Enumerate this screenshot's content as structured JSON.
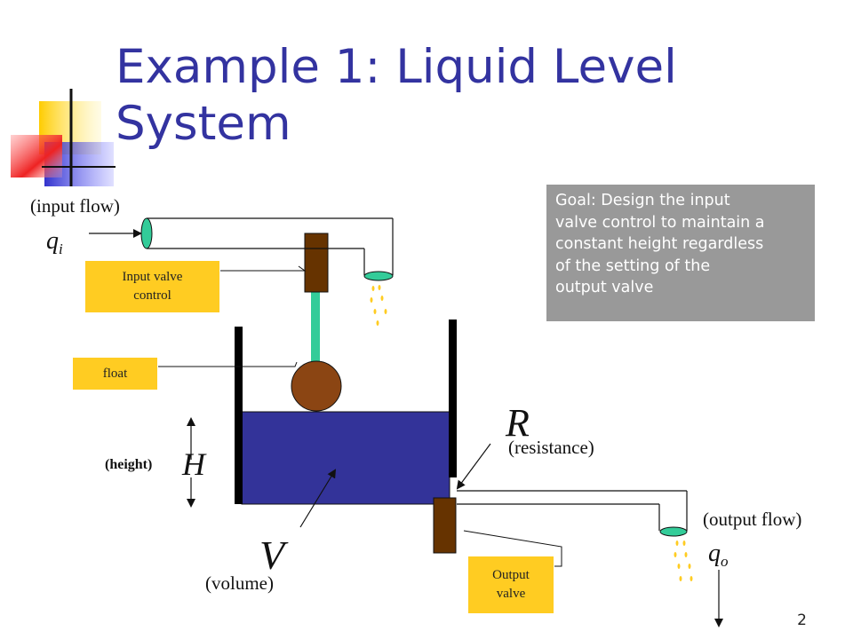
{
  "slide": {
    "title_line1": "Example 1: Liquid Level",
    "title_line2": "System",
    "page_number": "2"
  },
  "goal": {
    "lines": [
      "Goal: Design the input",
      "valve control to maintain a",
      "constant height regardless",
      "of the setting of the",
      "output valve"
    ]
  },
  "labels": {
    "input_flow": "(input flow)",
    "output_flow": "(output flow)",
    "resistance": "(resistance)",
    "volume": "(volume)",
    "height": "(height)",
    "input_valve_control_line1": "Input valve",
    "input_valve_control_line2": "control",
    "float": "float",
    "output_valve_line1": "Output",
    "output_valve_line2": "valve"
  },
  "symbols": {
    "q_i_base": "q",
    "q_i_sub": "i",
    "q_o_base": "q",
    "q_o_sub": "o",
    "R": "R",
    "H": "H",
    "V": "V"
  },
  "colors": {
    "title": "#3333a0",
    "liquid": "#333399",
    "valve": "#663300",
    "float": "#8b4513",
    "stem": "#33cc99",
    "nozzle": "#33cc99",
    "label_box": "#ffcc22",
    "goal_box": "#999999",
    "drops": "#ffcc22"
  }
}
